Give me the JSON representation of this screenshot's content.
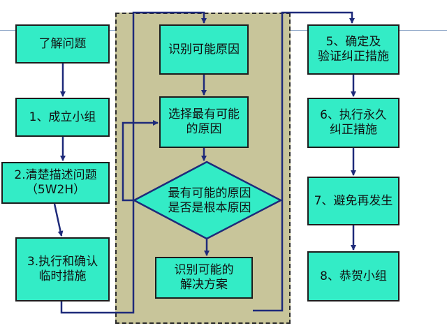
{
  "left_column": [
    {
      "id": "understand",
      "text": "了解问题"
    },
    {
      "id": "step1",
      "text": "1、成立小组"
    },
    {
      "id": "step2",
      "text": "2.清楚描述问题\n（5W2H）"
    },
    {
      "id": "step3",
      "text": "3.执行和确认\n临时措施"
    }
  ],
  "middle_column": [
    {
      "id": "identify-causes",
      "text": "识别可能原因"
    },
    {
      "id": "select-cause",
      "text": "选择最有可能\n的原因"
    },
    {
      "id": "root-cause-decision",
      "text": "最有可能的原因\n是否是根本原因"
    },
    {
      "id": "identify-solutions",
      "text": "识别可能的\n解决方案"
    }
  ],
  "right_column": [
    {
      "id": "step5",
      "text": "5、确定及\n验证纠正措施"
    },
    {
      "id": "step6",
      "text": "6、执行永久\n纠正措施"
    },
    {
      "id": "step7",
      "text": "7、避免再发生"
    },
    {
      "id": "step8",
      "text": "8、恭贺小组"
    }
  ],
  "colors": {
    "box_fill": "#33ecc6",
    "panel_fill": "#c8c59a",
    "line": "#1e2a7a",
    "border": "#1d1d1d"
  }
}
